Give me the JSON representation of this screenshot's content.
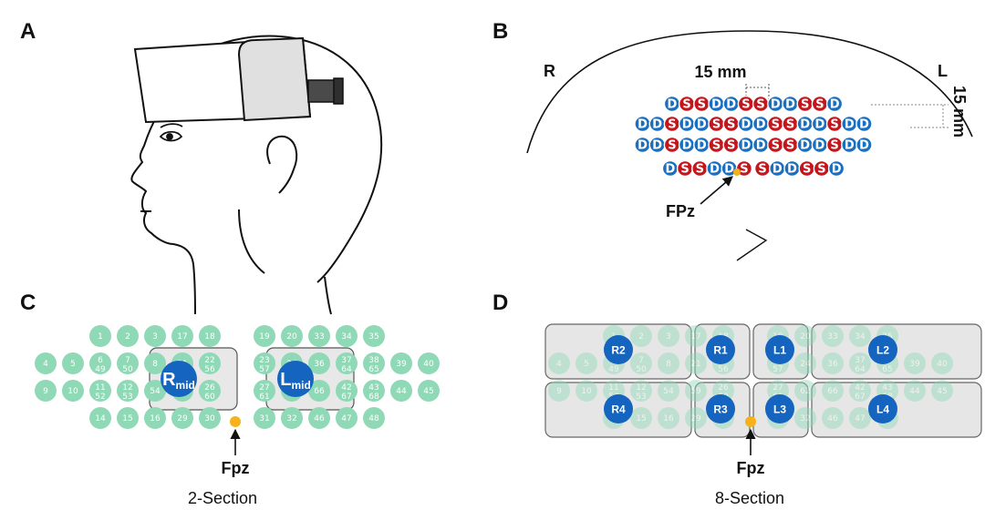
{
  "panels": {
    "A": {
      "label": "A"
    },
    "B": {
      "label": "B",
      "side_right": "R",
      "side_left": "L",
      "spacing_horizontal": "15 mm",
      "spacing_vertical": "15 mm",
      "reference": "FPz",
      "optode_rows": [
        "DSSDDSSDDSSD",
        "DDSDDSSDDSSDDSDD",
        "DDSDDSSDDSSDDSDD",
        "DSSDDSSDDSSD"
      ],
      "reference_after_index": 5,
      "reference_row": 3
    },
    "C": {
      "label": "C",
      "caption": "2-Section",
      "reference": "Fpz",
      "regions": [
        {
          "main": "R",
          "sub": "mid"
        },
        {
          "main": "L",
          "sub": "mid"
        }
      ]
    },
    "D": {
      "label": "D",
      "caption": "8-Section",
      "reference": "Fpz",
      "regions": [
        "R2",
        "R1",
        "L1",
        "L2",
        "R4",
        "R3",
        "L3",
        "L4"
      ]
    }
  },
  "channel_rows": [
    [
      "1",
      "2",
      "3",
      "17",
      "18",
      "19",
      "20",
      "33",
      "34",
      "35"
    ],
    [
      "4",
      "5",
      "6\n49",
      "7\n50",
      "8",
      "21",
      "22\n56",
      "23\n57",
      "24",
      "36",
      "37\n64",
      "38\n65",
      "39",
      "40"
    ],
    [
      "9",
      "10",
      "11\n52",
      "12\n53",
      "54",
      "59",
      "26\n60",
      "27\n61",
      "62",
      "66",
      "42\n67",
      "43\n68",
      "44",
      "45"
    ],
    [
      "14",
      "15",
      "16",
      "29",
      "30",
      "31",
      "32",
      "46",
      "47",
      "48"
    ]
  ],
  "colors": {
    "detector": "#1a6fc0",
    "source": "#c4161c",
    "channel": "#8fd9b6",
    "region_marker": "#1565c0",
    "reference_dot": "#f5b21a",
    "section_fill": "#e6e6e6",
    "headband": "#e0e0e0",
    "strap": "#4a4a4a"
  }
}
